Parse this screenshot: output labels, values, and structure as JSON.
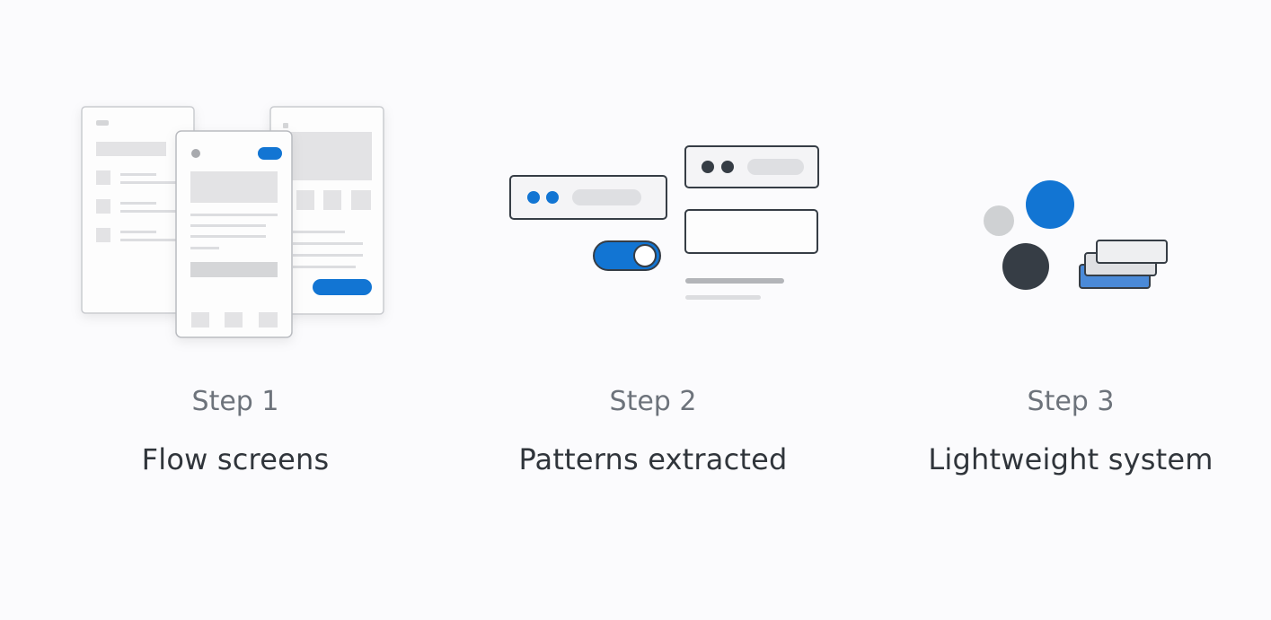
{
  "steps": [
    {
      "label": "Step 1",
      "title": "Flow screens"
    },
    {
      "label": "Step 2",
      "title": "Patterns extracted"
    },
    {
      "label": "Step 3",
      "title": "Lightweight system"
    }
  ],
  "colors": {
    "accent": "#1275d3",
    "dark": "#363d45",
    "placeholder": "#e3e3e5",
    "outline": "#c9cbcf",
    "muted_circle": "#cfd1d3"
  },
  "icons": {
    "step1": "flow-screens-illustration",
    "step2": "patterns-illustration",
    "step3": "system-illustration"
  }
}
